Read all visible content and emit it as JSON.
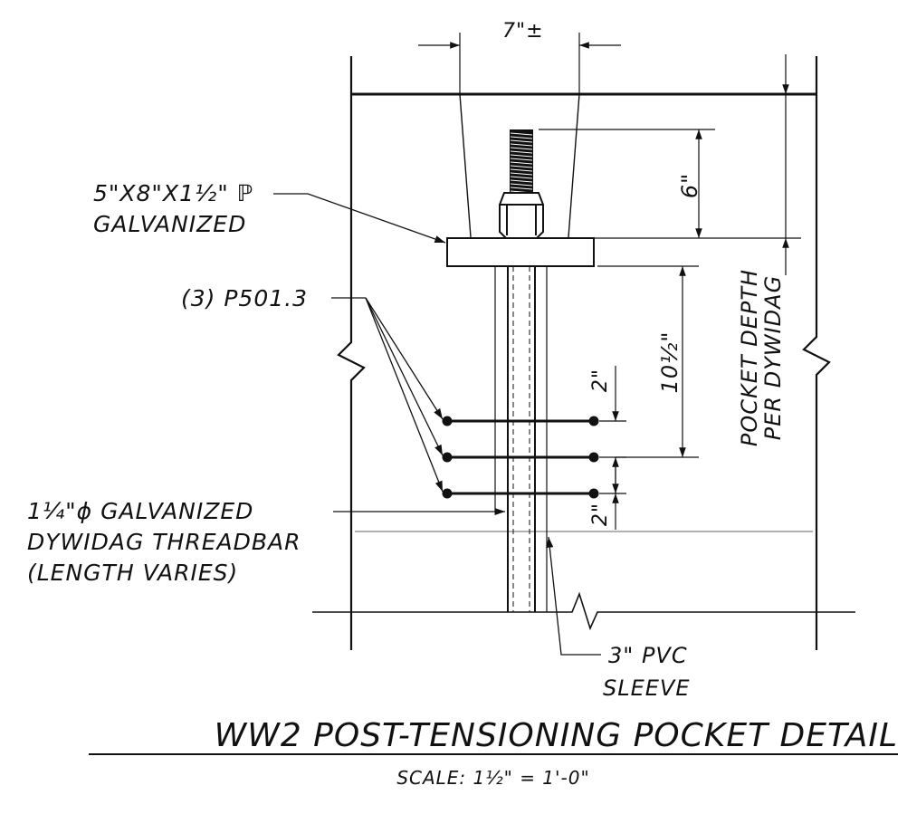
{
  "title": "WW2 POST-TENSIONING POCKET DETAIL",
  "scale": "SCALE: 1½\" = 1'-0\"",
  "labels": {
    "top_width_dim": "7\"±",
    "stud_dim": "6\"",
    "plate_line1": "5\"X8\"X1½\" ℙ",
    "plate_line2": "GALVANIZED",
    "bars_label": "(3) P501.3",
    "ten_half_dim": "10½\"",
    "two_in_top": "2\"",
    "two_in_bottom": "2\"",
    "bar_line1": "1¼\"ϕ GALVANIZED",
    "bar_line2": "DYWIDAG THREADBAR",
    "bar_line3": "(LENGTH VARIES)",
    "pocket_line1": "POCKET DEPTH",
    "pocket_line2": "PER DYWIDAG",
    "pvc_line1": "3\" PVC",
    "pvc_line2": "SLEEVE"
  }
}
